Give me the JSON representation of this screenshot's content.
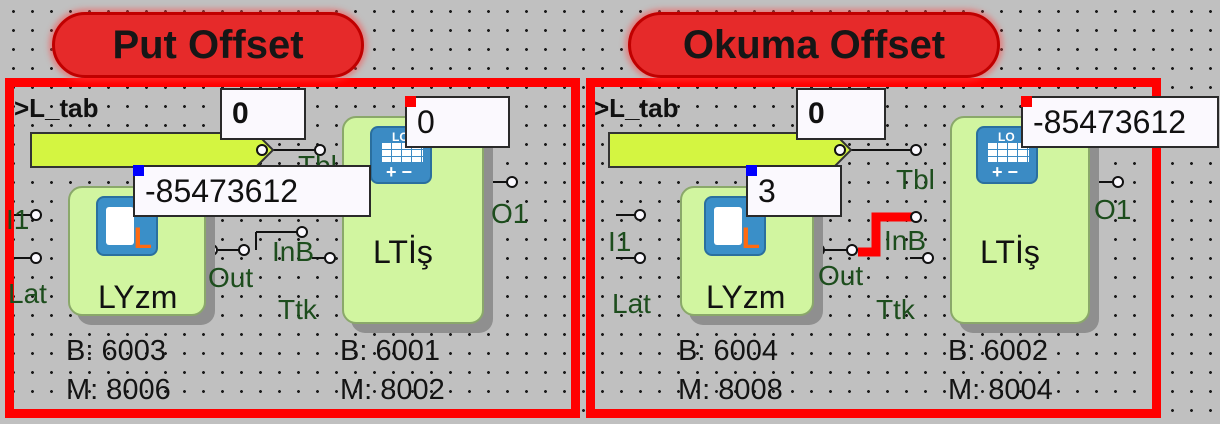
{
  "groups": [
    {
      "title": "Put Offset",
      "table_tag": ">L_tab",
      "table_value": "0",
      "out_value": "0",
      "write_value": "-85473612",
      "write_block": {
        "name": "LYzm",
        "ports_in": [
          "I1",
          "Lat"
        ],
        "port_out": "Out",
        "b": "B: 6003",
        "m": "M: 8006"
      },
      "table_block": {
        "name": "LTİş",
        "ports_in": [
          "Tbl",
          "InB",
          "Ttk"
        ],
        "port_out": "O1",
        "b": "B: 6001",
        "m": "M: 8002"
      }
    },
    {
      "title": "Okuma Offset",
      "table_tag": ">L_tab",
      "table_value": "0",
      "out_value": "-85473612",
      "write_value": "3",
      "write_block": {
        "name": "LYzm",
        "ports_in": [
          "I1",
          "Lat"
        ],
        "port_out": "Out",
        "b": "B: 6004",
        "m": "M: 8008"
      },
      "table_block": {
        "name": "LTİş",
        "ports_in": [
          "Tbl",
          "InB",
          "Ttk"
        ],
        "port_out": "O1",
        "b": "B: 6002",
        "m": "M: 8004"
      }
    }
  ],
  "colors": {
    "frame": "#ff0000",
    "block_fill": "#d1f5a0",
    "tab_bar": "#d4f541",
    "marker_blue": "#0000ff",
    "marker_red": "#ff0000"
  },
  "icons": {
    "write_block": "memory-write-icon",
    "table_block": "lookup-table-icon"
  }
}
